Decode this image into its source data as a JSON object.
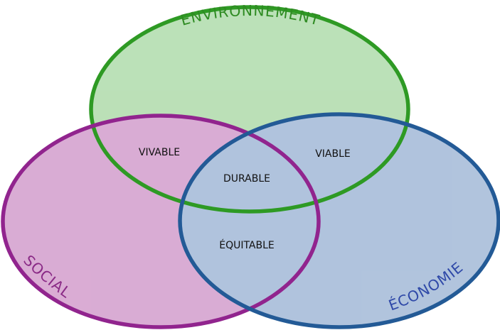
{
  "diagram": {
    "type": "venn",
    "circles": [
      {
        "key": "environment",
        "label": "ENVIRONNEMENT",
        "fill": "#b6ddb3",
        "stroke": "#2e9a24",
        "label_color": "#2e8b22"
      },
      {
        "key": "social",
        "label": "SOCIAL",
        "fill": "#d59ecd",
        "stroke": "#91248e",
        "label_color": "#8a2a86"
      },
      {
        "key": "economy",
        "label": "ÉCONOMIE",
        "fill": "#a7bcd8",
        "stroke": "#235a96",
        "label_color": "#2f49a8"
      }
    ],
    "intersections": {
      "social_environment": "VIVABLE",
      "environment_economy": "VIABLE",
      "social_economy": "ÉQUITABLE",
      "all": "DURABLE"
    }
  }
}
